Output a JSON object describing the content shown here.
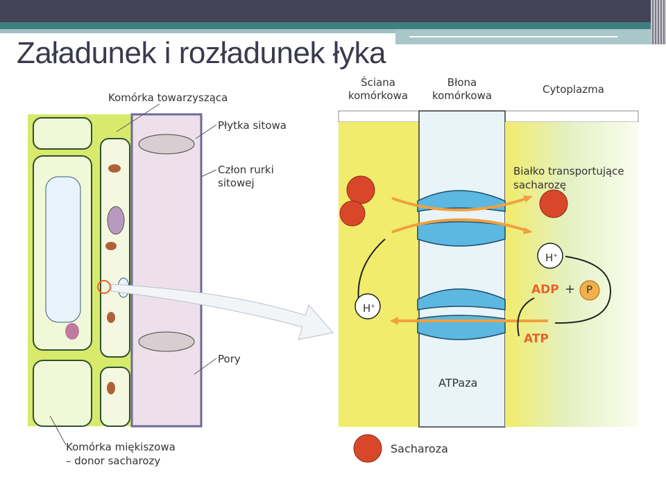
{
  "slide": {
    "title": "Załadunek i rozładunek łyka"
  },
  "left_diagram": {
    "labels": {
      "companion_cell": "Komórka towarzysząca",
      "sieve_plate": "Płytka sitowa",
      "sieve_tube_member_1": "Człon rurki",
      "sieve_tube_member_2": "sitowej",
      "pores": "Pory",
      "parenchyma_1": "Komórka miękiszowa",
      "parenchyma_2": "– donor sacharozy"
    }
  },
  "right_diagram": {
    "headers": {
      "cell_wall_1": "Ściana",
      "cell_wall_2": "komórkowa",
      "membrane_1": "Błona",
      "membrane_2": "komórkowa",
      "cytoplasm": "Cytoplazma"
    },
    "labels": {
      "transporter_1": "Białko transportujące",
      "transporter_2": "sacharozę",
      "h_ion": "H",
      "h_charge": "+",
      "adp": "ADP",
      "plus": "+",
      "p": "P",
      "atp": "ATP",
      "atpase": "ATPaza"
    },
    "legend": {
      "sucrose": "Sacharoza"
    },
    "colors": {
      "sucrose": "#d9472b",
      "wall": "#f1ec6c",
      "protein": "#5cb8e0",
      "arrow": "#f0a040",
      "atp_text": "#e8632a"
    }
  }
}
